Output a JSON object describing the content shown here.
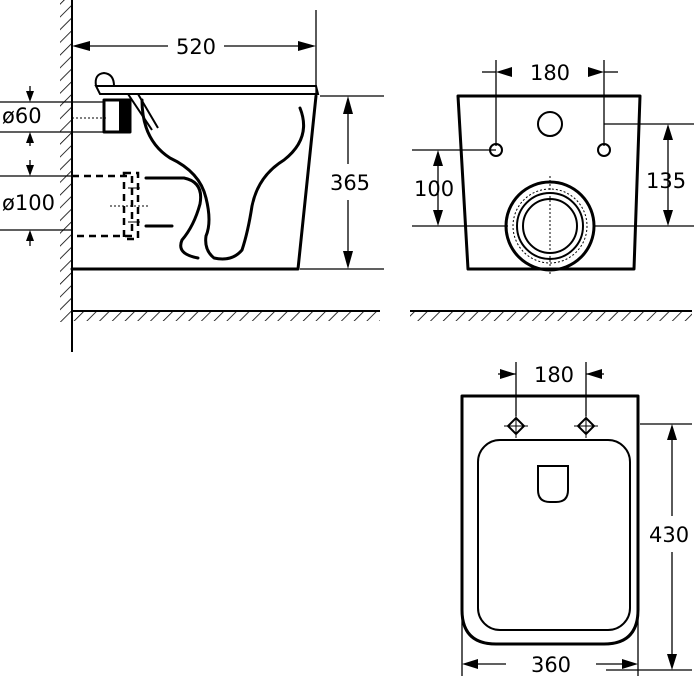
{
  "dimensions": {
    "side_depth": "520",
    "side_height": "365",
    "side_inlet_diameter": "ø60",
    "side_outlet_diameter": "ø100",
    "front_bolt_spacing": "180",
    "front_left_height": "100",
    "front_right_height": "135",
    "top_bolt_spacing": "180",
    "top_length": "430",
    "top_width": "360"
  }
}
